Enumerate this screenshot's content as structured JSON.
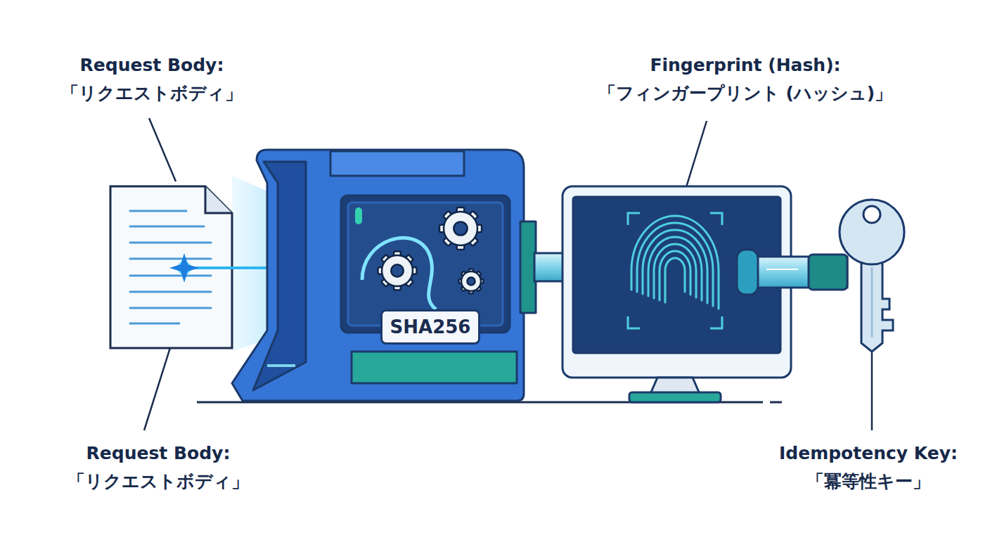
{
  "diagram": {
    "nodes": [
      {
        "text": [
          "SHA256"
        ]
      }
    ],
    "labels": [
      "Request Body:",
      "「リクエストボディ」",
      "Fingerprint (Hash):",
      "「フィンガープリント (ハッシュ)」",
      "Request Body:",
      "「リクエストボディ」",
      "Idempotency Key:",
      "「冪等性キー」"
    ]
  }
}
